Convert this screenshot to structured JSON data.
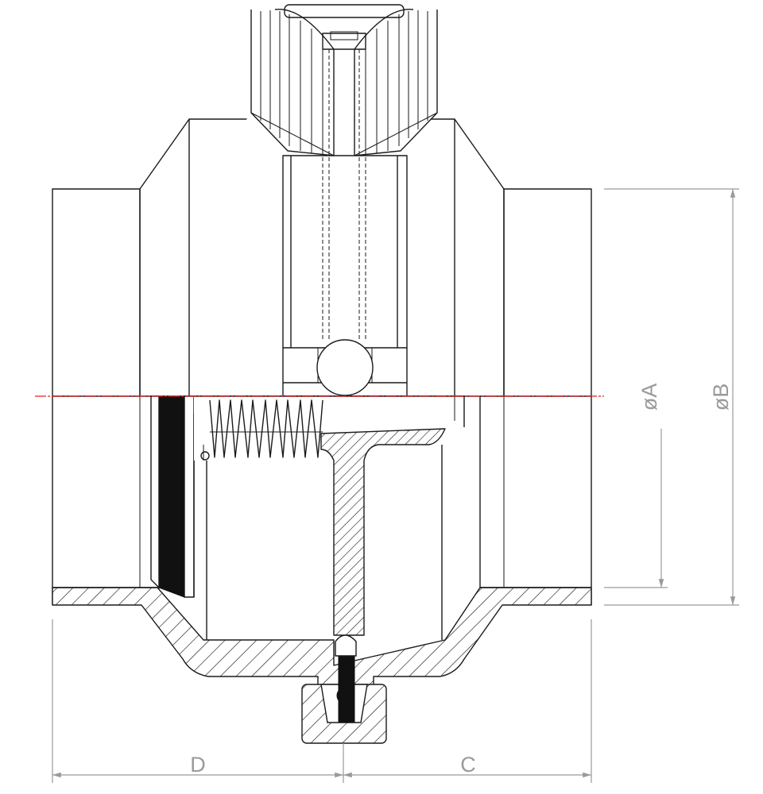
{
  "dimensions": {
    "dia_a": "øA",
    "dia_b": "øB",
    "length_c": "C",
    "length_d": "D"
  },
  "colors": {
    "centerline": "#e02020",
    "outline": "#1a1a1a",
    "dimension": "#9a9a9a"
  }
}
